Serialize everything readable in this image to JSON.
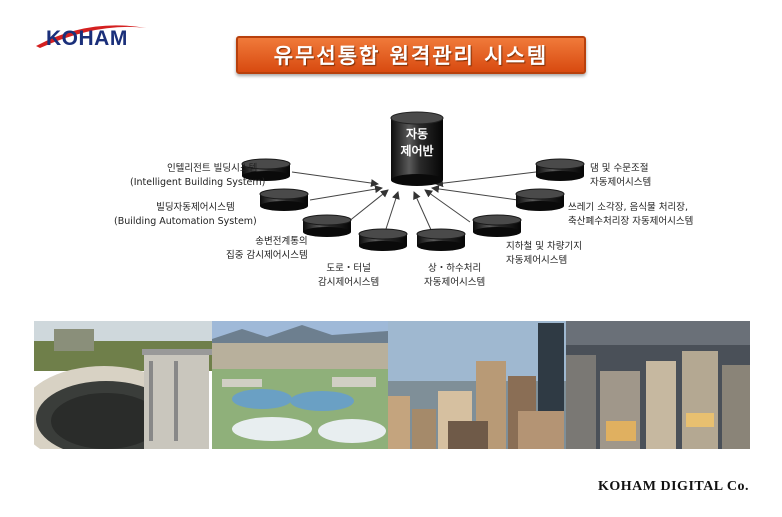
{
  "logo": {
    "text": "KOHAM"
  },
  "title": "유무선통합 원격관리 시스템",
  "center": {
    "line1": "자동",
    "line2": "제어반"
  },
  "nodes": [
    {
      "line1": "인텔리전트 빌딩시스템",
      "line2": "(Intelligent Building System)"
    },
    {
      "line1": "빌딩자동제어시스템",
      "line2": "(Building Automation System)"
    },
    {
      "line1": "송변전계통의",
      "line2": "집중 감시제어시스템"
    },
    {
      "line1": "도로・터널",
      "line2": "감시제어시스템"
    },
    {
      "line1": "상・하수처리",
      "line2": "자동제어시스템"
    },
    {
      "line1": "지하철 및 차량기지",
      "line2": "자동제어시스템"
    },
    {
      "line1": "쓰레기 소각장, 음식물 처리장,",
      "line2": "축산폐수처리장 자동제어시스템"
    },
    {
      "line1": "댐 및 수문조절",
      "line2": "자동제어시스템"
    }
  ],
  "photos": [
    {
      "name": "water-treatment-tank-photo"
    },
    {
      "name": "sewage-plant-aerial-photo"
    },
    {
      "name": "city-skyline-photo"
    },
    {
      "name": "apartment-buildings-photo"
    }
  ],
  "footer": "KOHAM DIGITAL Co."
}
